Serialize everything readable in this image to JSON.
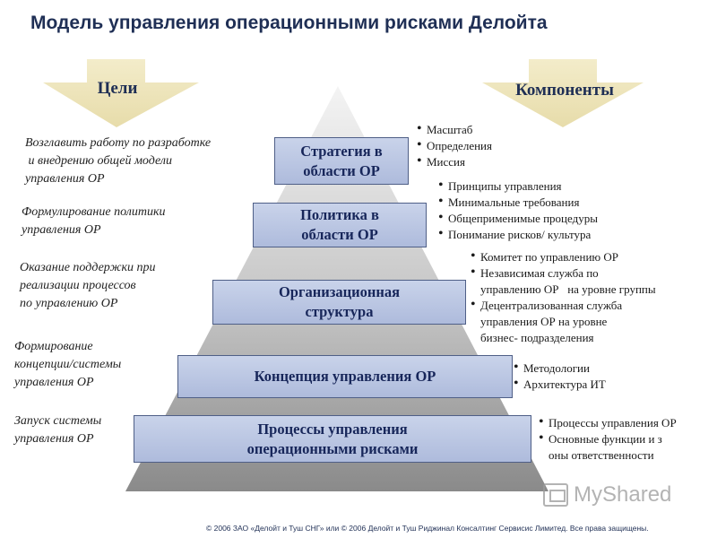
{
  "title": "Модель управления операционными рисками Делойта",
  "arrows": {
    "goals": "Цели",
    "components": "Компоненты"
  },
  "goals": [
    "Возглавить работу по разработке\n и внедрению общей модели\nуправления ОР",
    "Формулирование политики\nуправления ОР",
    "Оказание поддержки при\nреализации процессов\nпо управлению ОР",
    "Формирование\nконцепции/системы\nуправления ОР",
    "Запуск системы\nуправления ОР"
  ],
  "levels": [
    "Стратегия в\nобласти ОР",
    "Политика в\nобласти ОР",
    "Организационная\nструктура",
    "Концепция управления ОР",
    "Процессы управления\nоперационными рисками"
  ],
  "components": [
    [
      "Масштаб",
      "Определения",
      "Миссия"
    ],
    [
      "Принципы управления",
      "Минимальные требования",
      "Общеприменимые процедуры",
      "Понимание рисков/ культура"
    ],
    [
      "Комитет по управлению ОР",
      "Независимая служба по\nуправлению ОР   на уровне группы",
      "Децентрализованная служба\nуправления ОР на уровне\nбизнес- подразделения"
    ],
    [
      "Методологии",
      "Архитектура ИТ"
    ],
    [
      "Процессы управления ОР",
      "Основные функции и з\nоны ответственности"
    ]
  ],
  "watermark": "MyShared",
  "footer": "© 2006 ЗАО «Делойт и Туш СНГ» или © 2006 Делойт и Туш  Риджинал Консалтинг Сервисис Лимитед. Все права защищены.",
  "colors": {
    "title": "#1f2f55",
    "arrow_fill": "#efe6bf",
    "pyramid_top": "#f2f2f2",
    "pyramid_bottom": "#8c8c8c",
    "box_fill": "#bcc7e3",
    "box_text": "#17265a"
  }
}
